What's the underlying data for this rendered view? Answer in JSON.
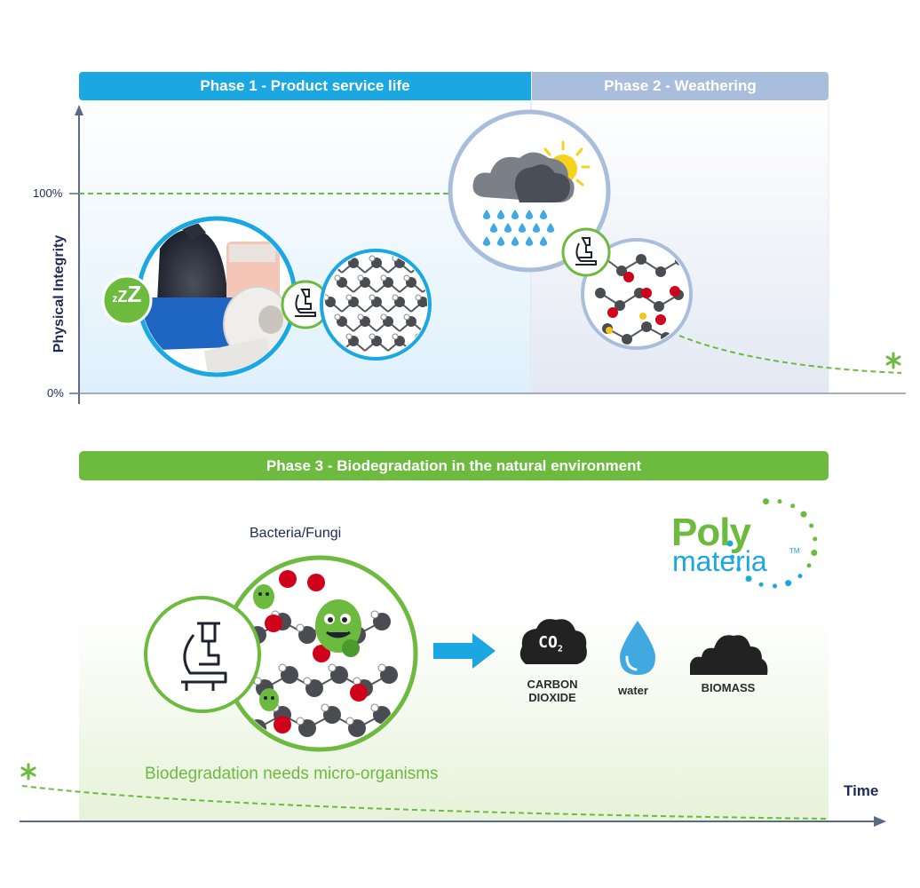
{
  "phases": {
    "phase1": "Phase 1 - Product service life",
    "phase2": "Phase 2 - Weathering",
    "phase3": "Phase 3 - Biodegradation in the natural environment"
  },
  "axes": {
    "ylabel": "Physical Integrity",
    "y_top_tick": "100%",
    "y_bottom_tick": "0%",
    "xlabel": "Time"
  },
  "phase3": {
    "organisms_label": "Bacteria/Fungi",
    "caption": "Biodegradation needs micro-organisms",
    "co2_icon_text": "CO",
    "co2_sub": "2",
    "outputs": {
      "co2": "CARBON\nDIOXIDE",
      "water": "water",
      "biomass": "BIOMASS"
    }
  },
  "sleep_icon_text": "zZZ",
  "logo": {
    "line1": "Poly",
    "line2": "materia",
    "tm": "TM"
  },
  "colors": {
    "phase1": "#1aa7e2",
    "phase2": "#a9bedd",
    "phase3": "#6cba3e",
    "axis": "#5b6a86",
    "text_dark": "#1d2a55",
    "curve": "#6cba3e"
  },
  "icons": [
    "sleep-icon",
    "microscope-icon",
    "cloud-sun-rain-icon",
    "polymer-molecule-icon",
    "arrow-right-icon",
    "co2-cloud-icon",
    "water-drop-icon",
    "biomass-icon",
    "bacteria-icon",
    "asterisk-icon"
  ]
}
